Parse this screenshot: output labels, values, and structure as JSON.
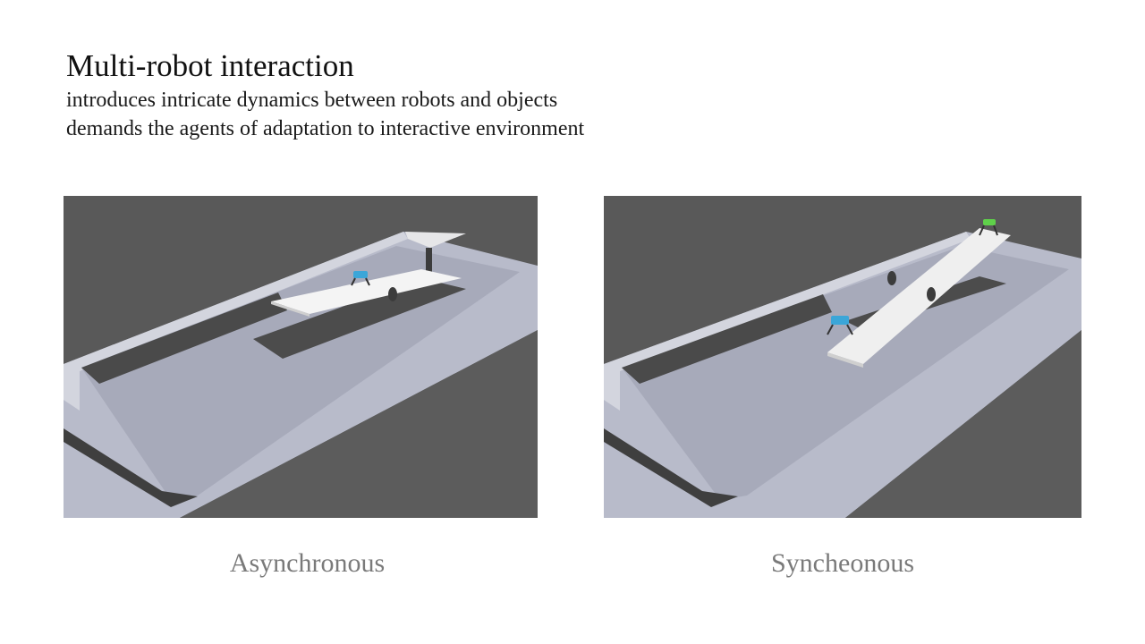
{
  "slide": {
    "title": "Multi-robot interaction",
    "subtitle_lines": [
      "introduces intricate dynamics between robots and objects",
      "demands the agents of adaptation to interactive environment"
    ]
  },
  "panels": [
    {
      "caption": "Asynchronous"
    },
    {
      "caption": "Syncheonous"
    }
  ],
  "colors": {
    "background_ground": "#5a5a5a",
    "platform": "#b9bccb",
    "pit": "#4b4b4b",
    "plank": "#f2f2f2",
    "robot_blue": "#3ba6d8",
    "robot_green": "#5fd14a"
  }
}
